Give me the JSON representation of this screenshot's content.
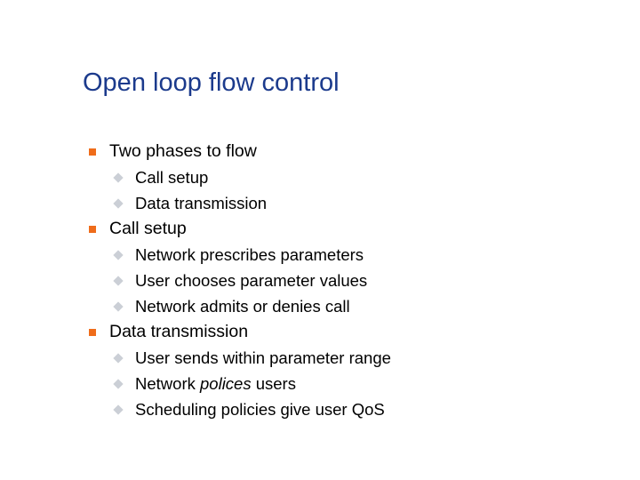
{
  "slide": {
    "title": "Open loop flow control",
    "title_color": "#1b3a8c",
    "background_color": "#ffffff",
    "text_color": "#000000",
    "level1_bullet_color": "#ef6c1a",
    "level1_bullet_shape": "square",
    "level2_bullet_color": "#cbcfd6",
    "level2_bullet_shape": "diamond"
  },
  "content": {
    "items": [
      {
        "level": 1,
        "text": "Two phases to flow"
      },
      {
        "level": 2,
        "text": "Call setup"
      },
      {
        "level": 2,
        "text": "Data transmission"
      },
      {
        "level": 1,
        "text": "Call setup"
      },
      {
        "level": 2,
        "text": "Network prescribes parameters"
      },
      {
        "level": 2,
        "text": "User chooses parameter values"
      },
      {
        "level": 2,
        "text": "Network admits or denies call"
      },
      {
        "level": 1,
        "text": "Data transmission"
      },
      {
        "level": 2,
        "text": "User sends within parameter range"
      },
      {
        "level": 2,
        "text": "Network polices users",
        "rich": [
          {
            "t": "Network ",
            "style": "normal"
          },
          {
            "t": "polices",
            "style": "italic"
          },
          {
            "t": " users",
            "style": "normal"
          }
        ]
      },
      {
        "level": 2,
        "text": "Scheduling policies give user QoS"
      }
    ]
  }
}
